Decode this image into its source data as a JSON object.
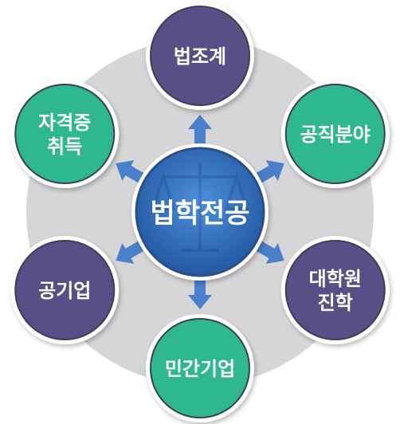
{
  "center": {
    "label": "법학전공"
  },
  "nodes": [
    {
      "id": "law",
      "lines": [
        "법조계"
      ],
      "color": "#5a4e86"
    },
    {
      "id": "public",
      "lines": [
        "공직분야"
      ],
      "color": "#2fb88d"
    },
    {
      "id": "grad",
      "lines": [
        "대학원",
        "진학"
      ],
      "color": "#5a4e86"
    },
    {
      "id": "private",
      "lines": [
        "민간기업"
      ],
      "color": "#2fb88d"
    },
    {
      "id": "publiccorp",
      "lines": [
        "공기업"
      ],
      "color": "#5a4e86"
    },
    {
      "id": "cert",
      "lines": [
        "자격증",
        "취득"
      ],
      "color": "#2fb88d"
    }
  ],
  "colors": {
    "ring": "#d6d6d8",
    "arrow": "#4a7fc9",
    "center_fill": "#2f6fbd",
    "center_border": "#2a4f8a"
  },
  "icons": {
    "center_watermark": "scales-of-justice-icon"
  }
}
